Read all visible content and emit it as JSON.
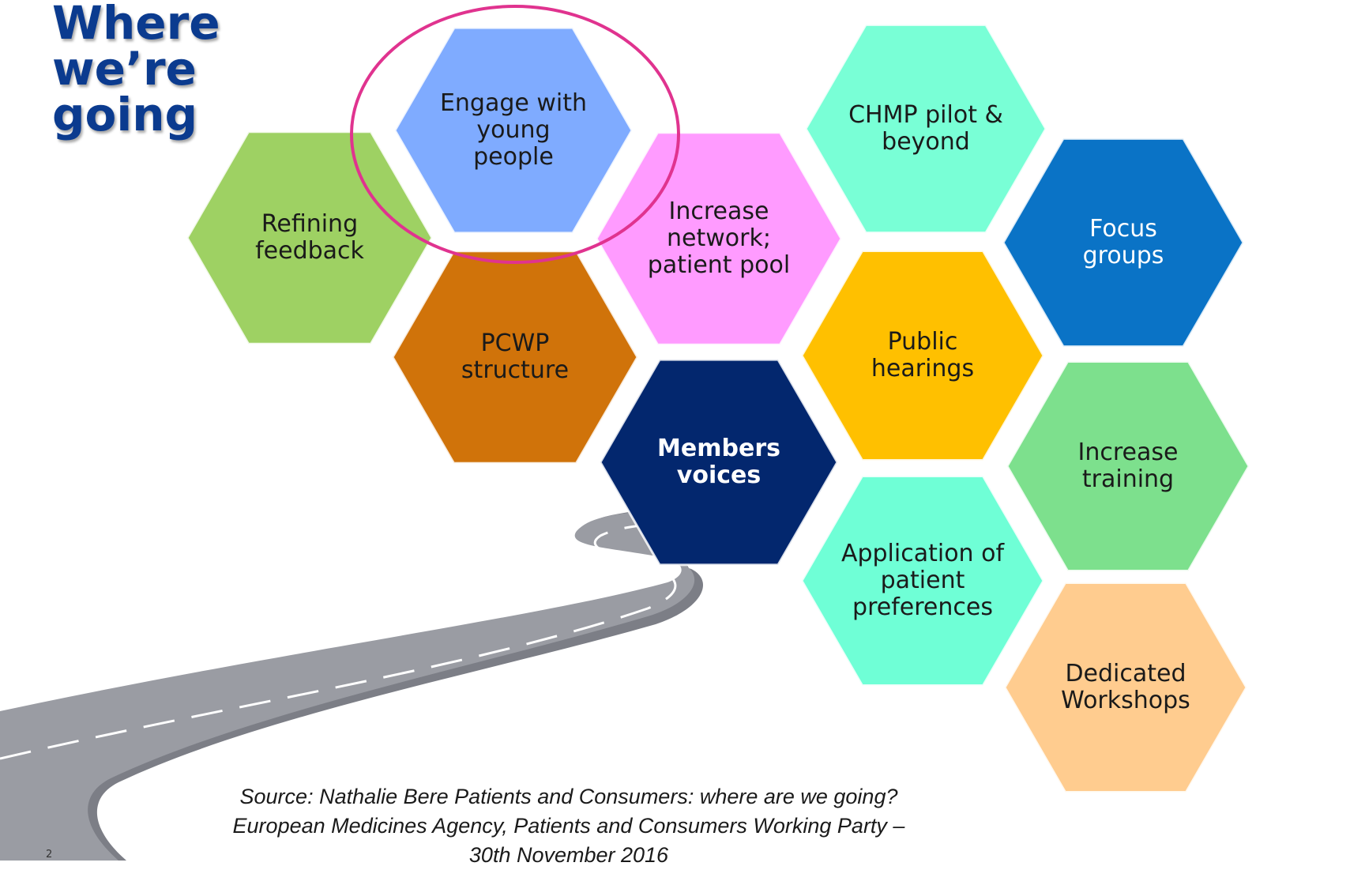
{
  "title_lines": [
    "Where",
    "we’re",
    "going"
  ],
  "hexagons": [
    {
      "id": "refining-feedback",
      "lines": [
        "Refining",
        "feedback"
      ],
      "fill": "#9ed163",
      "text_color": "#1a1a1a",
      "bold": false
    },
    {
      "id": "engage-young-people",
      "lines": [
        "Engage with",
        "young",
        "people"
      ],
      "fill": "#7fabff",
      "text_color": "#1a1a1a",
      "bold": false
    },
    {
      "id": "pcwp-structure",
      "lines": [
        "PCWP",
        "structure"
      ],
      "fill": "#d0730a",
      "text_color": "#1a1a1a",
      "bold": false
    },
    {
      "id": "increase-network",
      "lines": [
        "Increase",
        "network;",
        "patient pool"
      ],
      "fill": "#ff9bff",
      "text_color": "#1a1a1a",
      "bold": false
    },
    {
      "id": "members-voices",
      "lines": [
        "Members",
        "voices"
      ],
      "fill": "#03276e",
      "text_color": "#ffffff",
      "bold": true
    },
    {
      "id": "chmp-pilot",
      "lines": [
        "CHMP pilot &",
        "beyond"
      ],
      "fill": "#79ffd6",
      "text_color": "#1a1a1a",
      "bold": false
    },
    {
      "id": "public-hearings",
      "lines": [
        "Public",
        "hearings"
      ],
      "fill": "#ffc000",
      "text_color": "#1a1a1a",
      "bold": false
    },
    {
      "id": "application-patient-preferences",
      "lines": [
        "Application of",
        "patient",
        "preferences"
      ],
      "fill": "#6fffd6",
      "text_color": "#1a1a1a",
      "bold": false
    },
    {
      "id": "focus-groups",
      "lines": [
        "Focus",
        "groups"
      ],
      "fill": "#0a73c6",
      "text_color": "#ffffff",
      "bold": false
    },
    {
      "id": "increase-training",
      "lines": [
        "Increase",
        "training"
      ],
      "fill": "#7de08d",
      "text_color": "#1a1a1a",
      "bold": false
    },
    {
      "id": "dedicated-workshops",
      "lines": [
        "Dedicated",
        "Workshops"
      ],
      "fill": "#ffcc8f",
      "text_color": "#1a1a1a",
      "bold": false
    }
  ],
  "highlight_color": "#e0338f",
  "road_color": "#9a9ca3",
  "source_lines": [
    "Source: Nathalie Bere Patients and Consumers: where are we going?",
    "European Medicines Agency, Patients and Consumers Working Party –",
    "30th November 2016"
  ],
  "page_number": "2"
}
